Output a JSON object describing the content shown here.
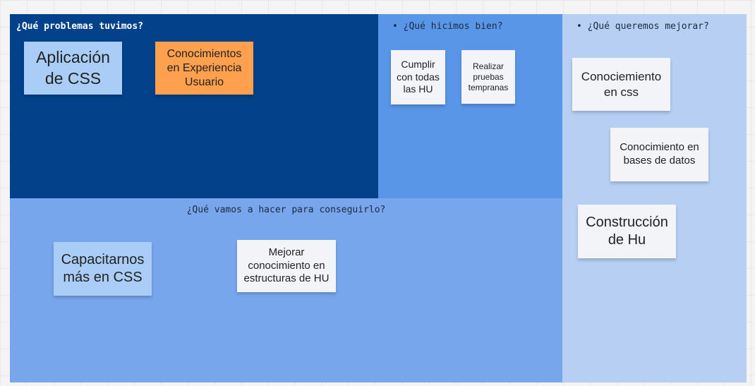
{
  "frames": {
    "problems": {
      "title": "¿Qué problemas tuvimos?"
    },
    "good": {
      "title": "• ¿Qué hicimos bien?"
    },
    "improve": {
      "title": "• ¿Qué queremos mejorar?"
    },
    "do": {
      "title": "¿Qué vamos a hacer para conseguirlo?"
    }
  },
  "notes": {
    "css_application": "Aplicación de CSS",
    "ux_knowledge": "Conocimientos en Experiencia Usuario",
    "all_hu": "Cumplir con todas las HU",
    "early_tests": "Realizar pruebas tempranas",
    "css_knowledge": "Conociemiento en css",
    "db_knowledge": "Conocimiento en bases de datos",
    "hu_building": "Construcción de Hu",
    "css_training": "Capacitarnos más en CSS",
    "hu_structures": "Mejorar conocimiento en estructuras de HU"
  },
  "colors": {
    "frame_problems": "#03418a",
    "frame_good": "#5a96e8",
    "frame_improve": "#b6cff2",
    "frame_do": "#77a6ec",
    "sticky_blue": "#a9cdf7",
    "sticky_orange": "#ffa04f",
    "sticky_white": "#f2f4f8"
  }
}
